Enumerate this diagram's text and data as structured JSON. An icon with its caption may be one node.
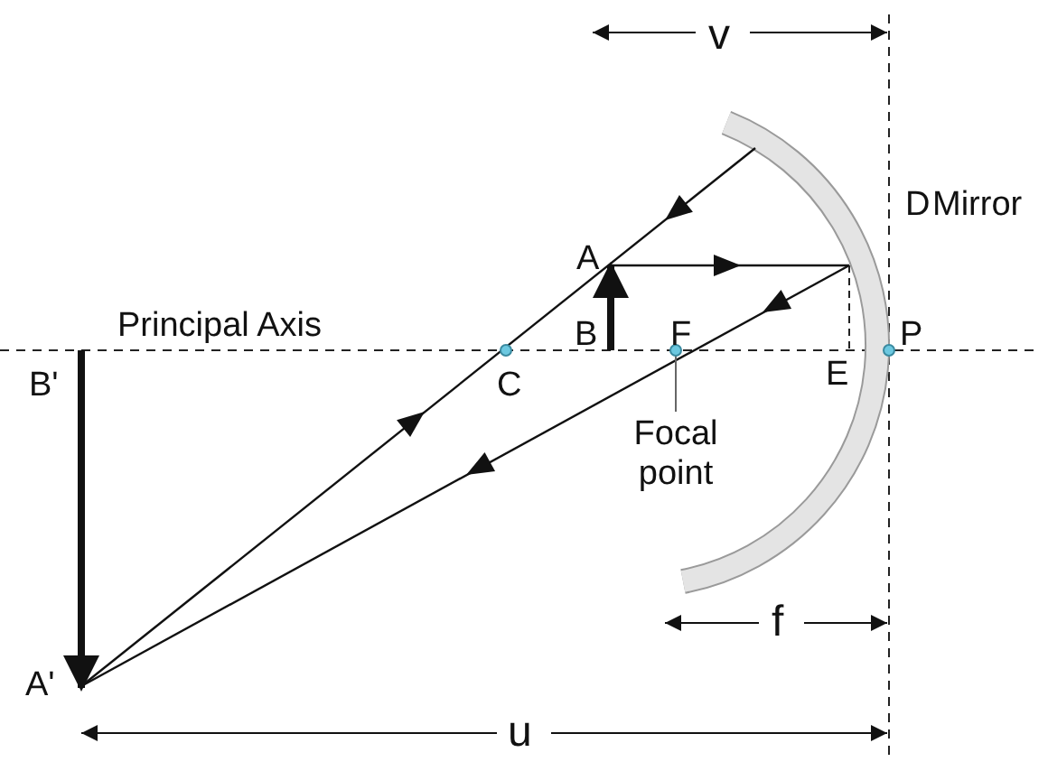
{
  "diagram": {
    "nodes": [
      {
        "text": [
          "Focal point"
        ]
      },
      {
        "text": [],
        "shape": "circle"
      }
    ],
    "edges": [
      {
        "from": 0,
        "to": 1,
        "arrow": "none"
      }
    ],
    "labels": [
      "v",
      "D",
      "Mirror",
      "A",
      "Principal Axis",
      "B",
      "F",
      "P",
      "E",
      "B'",
      "C",
      "A'",
      "f",
      "u"
    ]
  }
}
